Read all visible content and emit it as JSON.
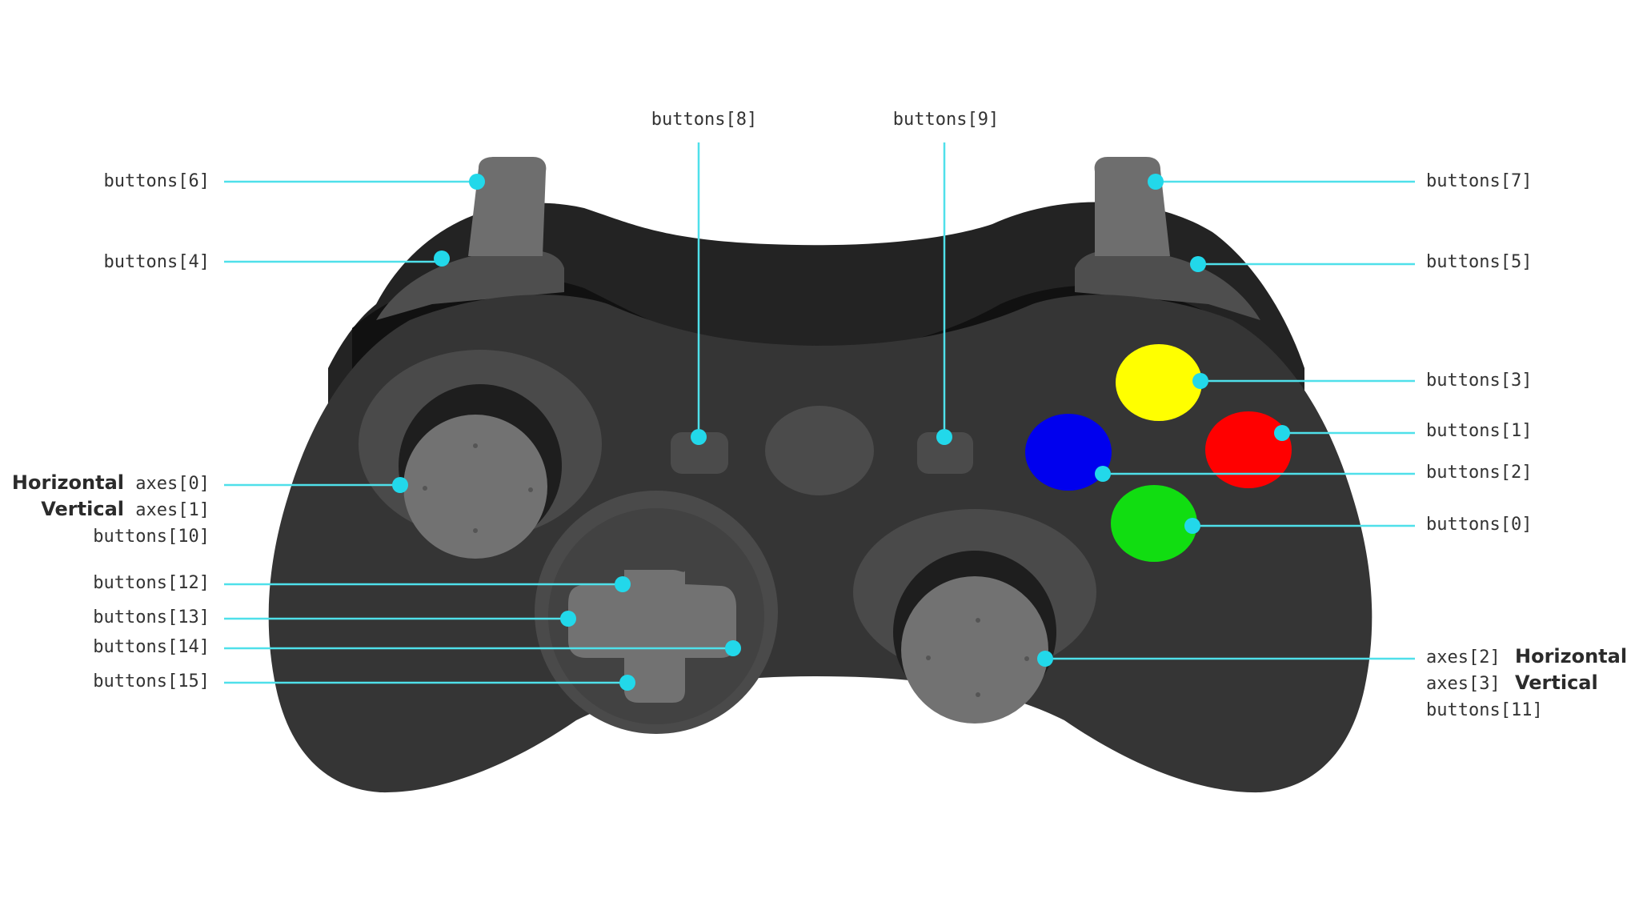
{
  "colors": {
    "background": "#ffffff",
    "controller_body": "#353535",
    "controller_top": "#232323",
    "controller_groove": "#111111",
    "controller_shoulder": "#4e4e4e",
    "controller_trigger": "#6e6e6e",
    "stick_ring": "#4a4a4a",
    "stick_well": "#1e1e1e",
    "stick_cap": "#727272",
    "button_y": "#ffff00",
    "button_b": "#ff0000",
    "button_x": "#0000ee",
    "button_a": "#11dd11",
    "leader_line": "#4fe0ea",
    "leader_dot": "#22d8ea",
    "label_text": "#333333"
  },
  "labels": {
    "buttons_8": "buttons[8]",
    "buttons_9": "buttons[9]",
    "buttons_6": "buttons[6]",
    "buttons_4": "buttons[4]",
    "buttons_7": "buttons[7]",
    "buttons_5": "buttons[5]",
    "buttons_3": "buttons[3]",
    "buttons_1": "buttons[1]",
    "buttons_2": "buttons[2]",
    "buttons_0": "buttons[0]",
    "left_stick": {
      "horizontal_word": "Horizontal",
      "horizontal_axis": "axes[0]",
      "vertical_word": "Vertical",
      "vertical_axis": "axes[1]",
      "press": "buttons[10]"
    },
    "buttons_12": "buttons[12]",
    "buttons_13": "buttons[13]",
    "buttons_14": "buttons[14]",
    "buttons_15": "buttons[15]",
    "right_stick": {
      "horizontal_axis": "axes[2]",
      "horizontal_word": "Horizontal",
      "vertical_axis": "axes[3]",
      "vertical_word": "Vertical",
      "press": "buttons[11]"
    }
  }
}
